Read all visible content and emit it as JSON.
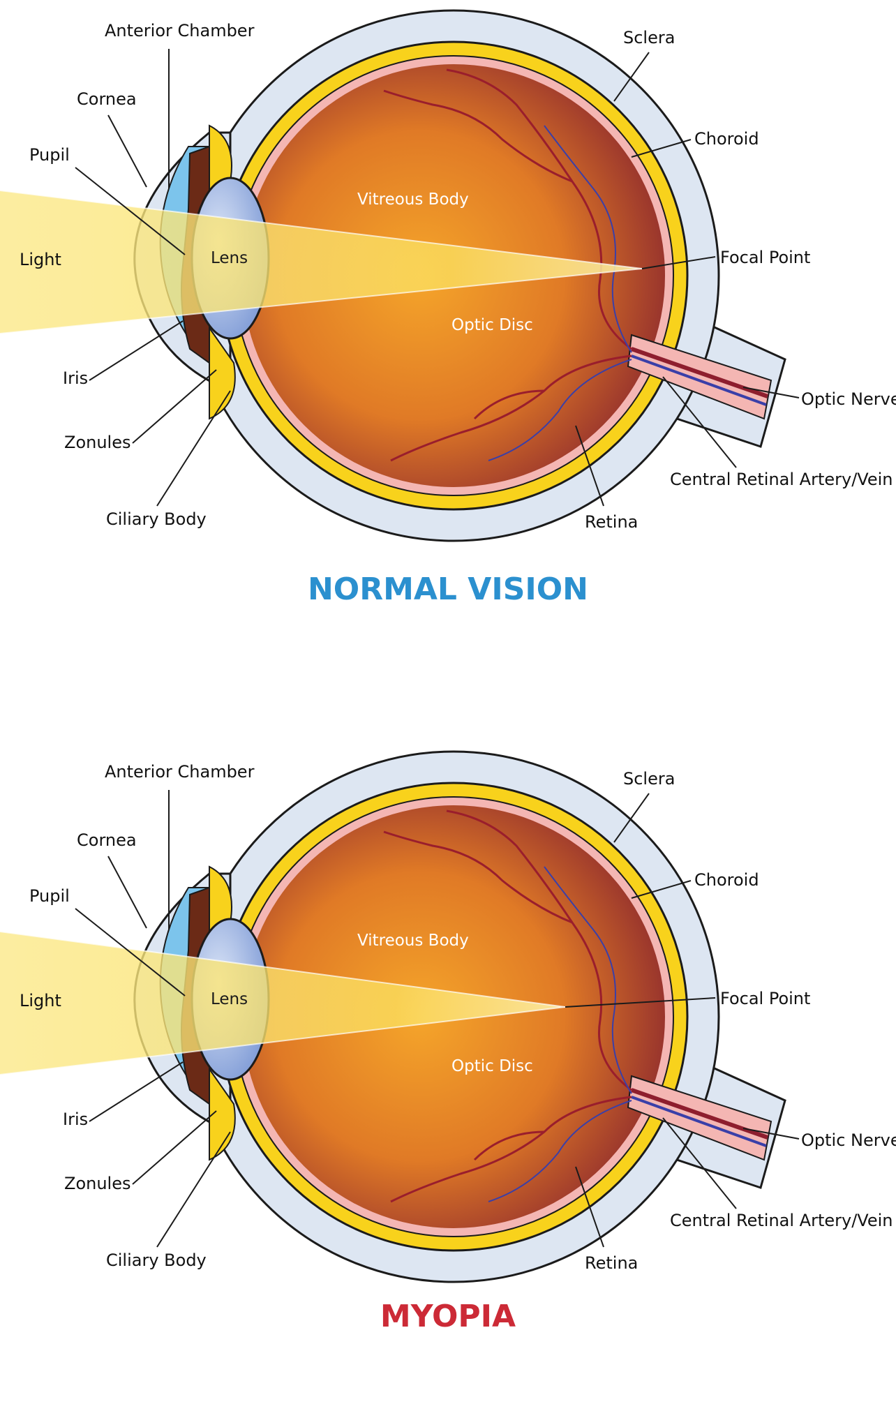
{
  "colors": {
    "sclera": "#dde6f2",
    "choroid": "#f8d21c",
    "retina": "#f4b6b3",
    "vitreous_center": "#f0a028",
    "vitreous_edge": "#8e2a2e",
    "cornea": "#7cc4ec",
    "lens": "#9fb8e4",
    "iris": "#6b2a16",
    "light": "#fbe98a",
    "normal_title": "#2b90cf",
    "myopia_title": "#cc2a36"
  },
  "labels": {
    "anterior_chamber": "Anterior Chamber",
    "cornea": "Cornea",
    "pupil": "Pupil",
    "light": "Light",
    "lens": "Lens",
    "iris": "Iris",
    "zonules": "Zonules",
    "ciliary_body": "Ciliary Body",
    "sclera": "Sclera",
    "choroid": "Choroid",
    "vitreous_body": "Vitreous Body",
    "focal_point": "Focal Point",
    "optic_disc": "Optic Disc",
    "optic_nerve": "Optic Nerve",
    "central_retinal": "Central Retinal Artery/Vein",
    "retina": "Retina"
  },
  "diagrams": [
    {
      "title": "NORMAL VISION"
    },
    {
      "title": "MYOPIA"
    }
  ]
}
